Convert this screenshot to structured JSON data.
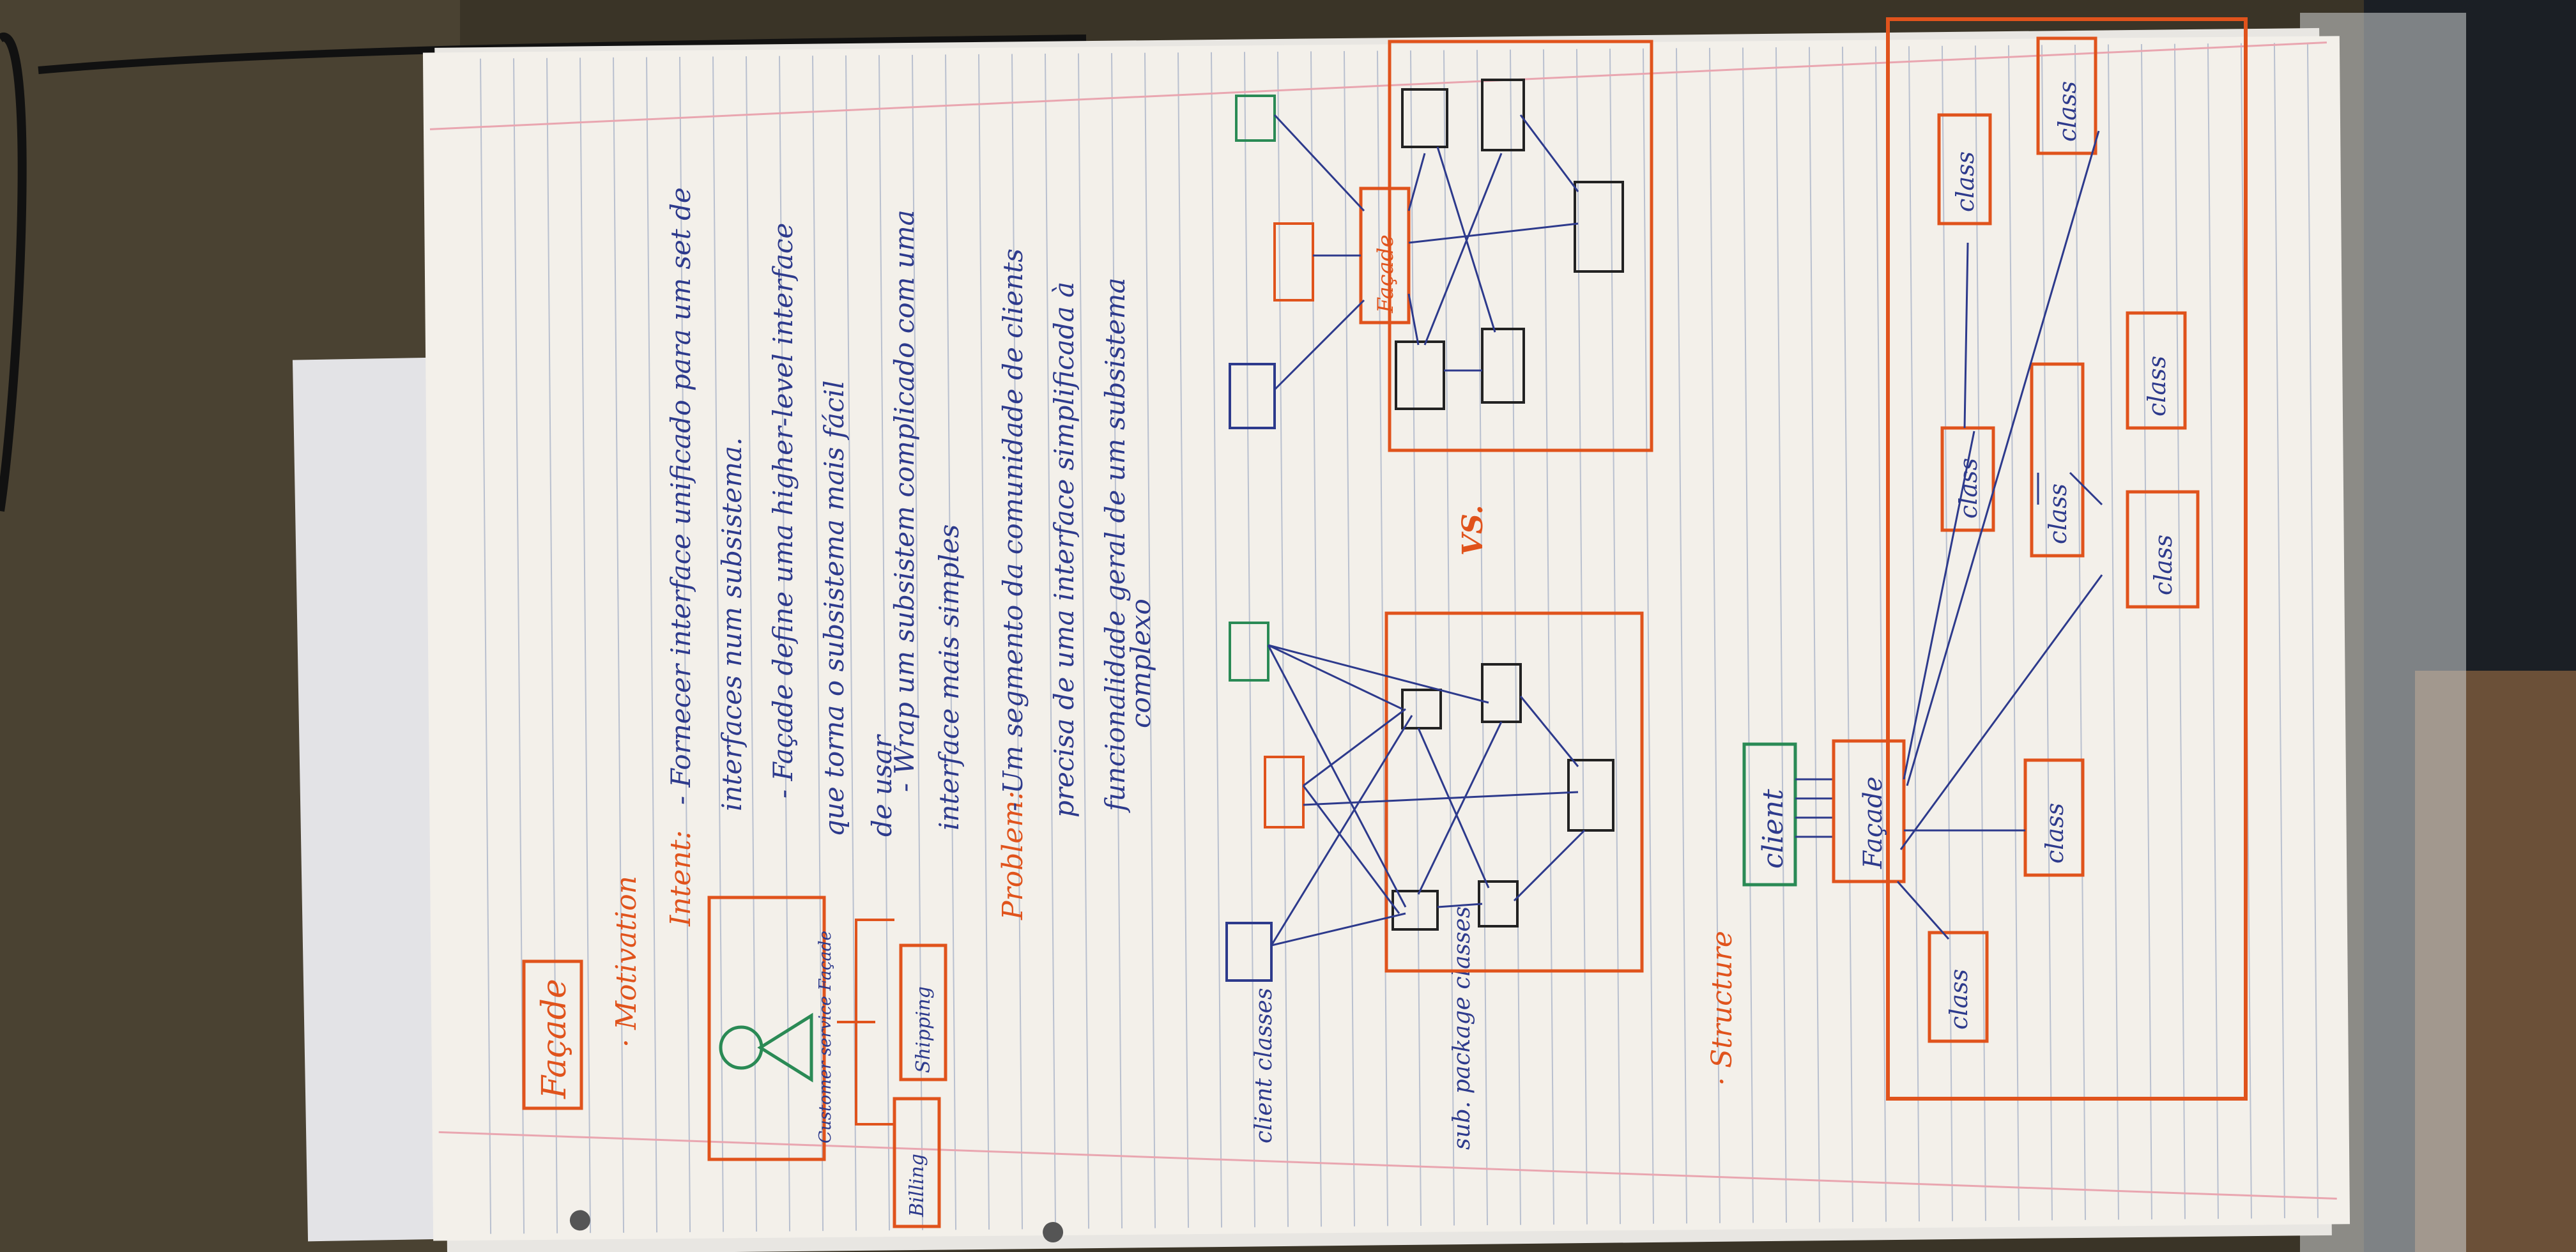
{
  "note": {
    "title": "Façade",
    "motivation_heading": "· Motivation",
    "intent_label": "Intent:",
    "intent_lines": [
      "- Fornecer interface unificado para um set de",
      "interfaces num subsistema.",
      "- Façade define uma higher-level interface",
      "que torna o subsistema mais fácil",
      "de usar",
      "- Wrap um subsistem complicado com uma",
      "interface mais simples"
    ],
    "problem_label": "Problem:",
    "problem_lines": [
      "- Um segmento da comunidade de clients",
      "precisa de uma interface simplificada à",
      "funcionalidade geral de um subsistema",
      "complexo"
    ],
    "diagram": {
      "customer_label": "Customer service Façade",
      "shipping": "Shipping",
      "billing": "Billing"
    },
    "client_classes": "client classes",
    "subpackage_classes": "sub. package classes",
    "vs": "VS.",
    "facade_box": "Façade",
    "structure_heading": "· Structure",
    "client_box": "client",
    "class_label": "class"
  },
  "colors": {
    "paper": "#f3f0ea",
    "line": "#b9c0cf",
    "margin": "#e9a6b0",
    "ink_blue": "#2d3a8c",
    "ink_orange": "#e0531c",
    "ink_green": "#2a8a55"
  }
}
